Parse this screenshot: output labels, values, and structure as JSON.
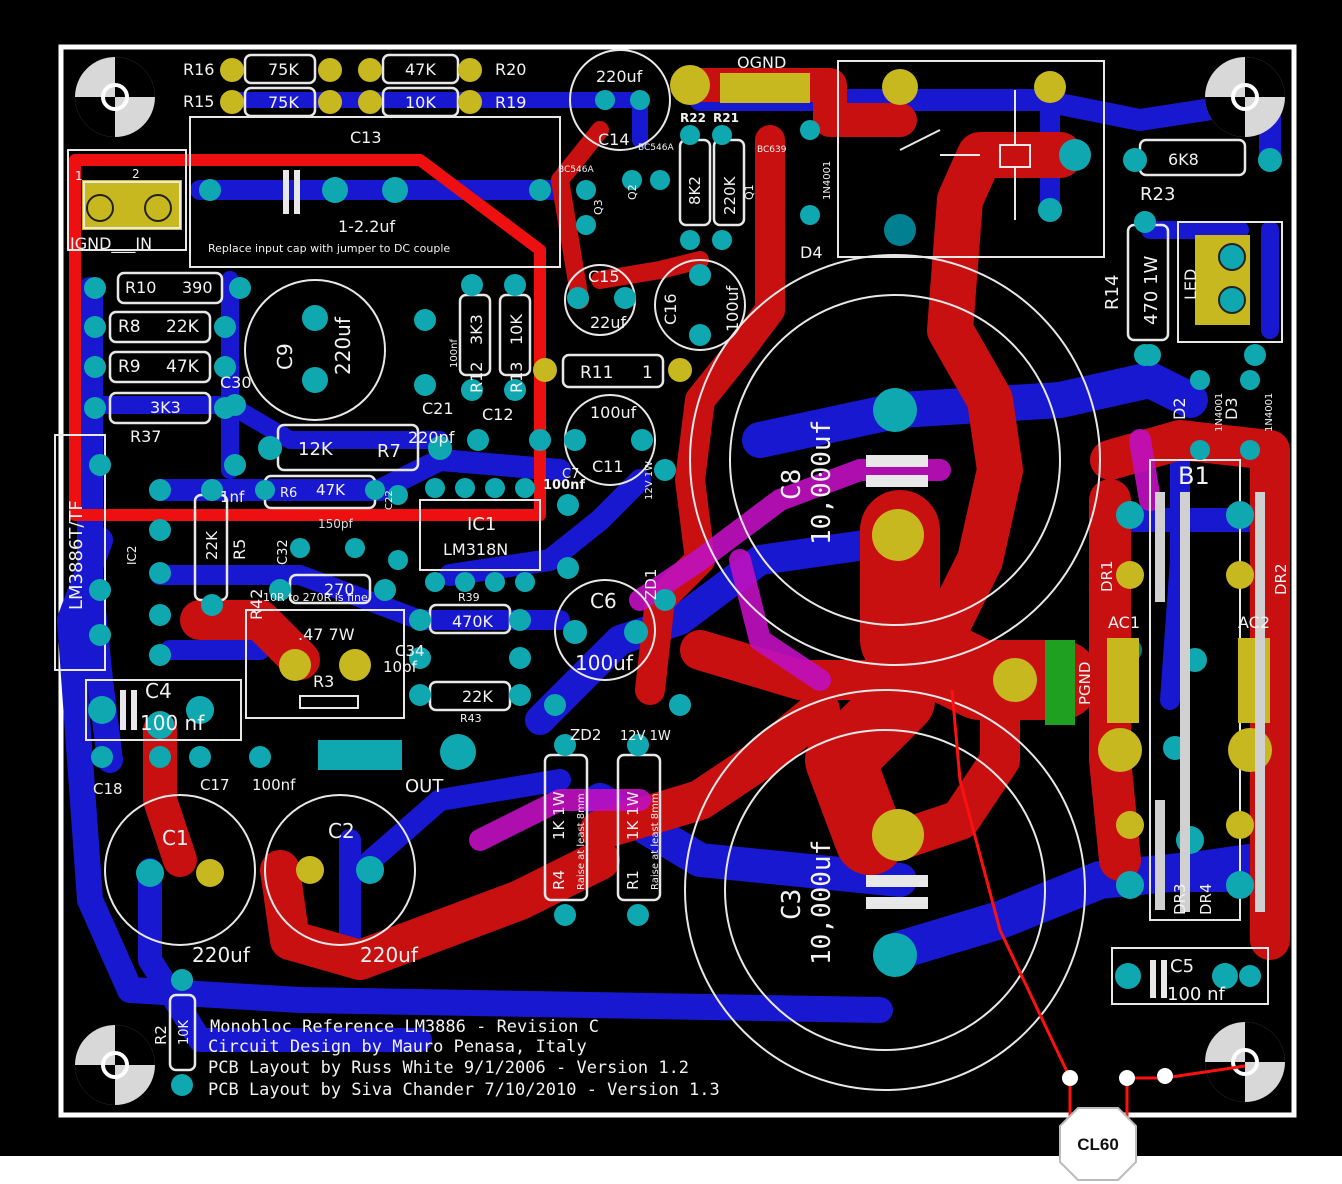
{
  "board": {
    "title_lines": [
      "Monobloc Reference LM3886 - Revision C",
      "Circuit Design by Mauro Penasa, Italy",
      "PCB Layout by Russ White 9/1/2006 - Version 1.2",
      "PCB Layout by Siva Chander 7/10/2010 - Version 1.3"
    ],
    "colors": {
      "background": "#000000",
      "border": "#ffffff",
      "top_copper": "#c81010",
      "bottom_copper": "#1818d0",
      "overlap": "#c010c0",
      "silkscreen": "#eeeeee",
      "pad_ring": "#c8b820",
      "via": "#10a8b0",
      "connector_fill": "#20a020",
      "probe_wire": "#ff0000"
    }
  },
  "labels": {
    "r16": "R16",
    "r15": "R15",
    "r16_val": "75K",
    "r15_val": "75K",
    "r20_val": "47K",
    "r19_val": "10K",
    "r20": "R20",
    "r19": "R19",
    "c14_val": "220uf",
    "c14": "C14",
    "ognd": "OGND",
    "r22": "R22",
    "r21": "R21",
    "r22_val": "8K2",
    "r21_val": "220K",
    "q_bc546a_1": "BC546A",
    "q_bc546a_2": "BC546A",
    "q_bc639": "BC639",
    "q3": "Q3",
    "q2": "Q2",
    "q1": "Q1",
    "d4_part": "1N4001",
    "d4": "D4",
    "r23_val": "6K8",
    "r23": "R23",
    "c13": "C13",
    "c13_val": "1-2.2uf",
    "c13_note": "Replace input cap with jumper to DC couple",
    "in_pin1": "1",
    "in_pin2": "2",
    "in_label": "IGND___IN",
    "r10": "R10",
    "r10_val": "390",
    "r8": "R8",
    "r8_val": "22K",
    "r9": "R9",
    "r9_val": "47K",
    "r37_val": "3K3",
    "r37": "R37",
    "c9": "C9",
    "c9_val": "220uf",
    "c30": "C30",
    "c21": "C21",
    "c21_val": "100nf",
    "r12": "R12",
    "r12_val": "3K3",
    "r13": "R13",
    "r13_val": "10K",
    "c15": "C15",
    "c15_val": "22uf",
    "c16": "C16",
    "c16_val": "100uf",
    "r11": "R11",
    "r11_val": "1",
    "c12": "C12",
    "c12_val": "220pf",
    "r7": "R7",
    "r7_val": "12K",
    "c11": "C11",
    "c11_val": "100uf",
    "c8": "C8",
    "c8_val": "10,000uf",
    "r14": "R14",
    "r14_val": "470 1W",
    "led": "LED",
    "d2": "D2",
    "d3": "D3",
    "d2_part": "1N4001",
    "d3_part": "1N4001",
    "b1": "B1",
    "lm3886": "LM3886T/TF",
    "ic2": "IC2",
    "r5": "R5",
    "r5_val": "22K",
    "c_1nf": "1nf",
    "r6": "R6",
    "r6_val": "47K",
    "c22": "C22",
    "c7": "C7",
    "c7_val": "100nf",
    "ic1": "IC1",
    "ic1_part": "LM318N",
    "c32": "C32",
    "c32_val": "150pf",
    "r42": "R42",
    "r42_val": "270",
    "r42_note": "10R to 270R is fine",
    "zd1": "ZD1",
    "zd1_val": "12V 1W",
    "c6": "C6",
    "c6_val": "100uf",
    "r39": "R39",
    "r39_val": "470K",
    "r3": "R3",
    "r3_val": ".47 7W",
    "c34": "C34",
    "c34_val": "10pf",
    "r43": "R43",
    "r43_val": "22K",
    "c4": "C4",
    "c4_val": "100 nf",
    "zd2": "ZD2",
    "zd2_val": "12V 1W",
    "c18": "C18",
    "c17": "C17",
    "c17_val": "100nf",
    "out": "OUT",
    "pgnd": "PGND",
    "dr1": "DR1",
    "dr2": "DR2",
    "ac1": "AC1",
    "ac2": "AC2",
    "dr3": "DR3",
    "dr4": "DR4",
    "c1": "C1",
    "c1_val": "220uf",
    "c2": "C2",
    "c2_val": "220uf",
    "r4": "R4",
    "r4_val": "1K 1W",
    "r4_note": "Raise at least 8mm",
    "r1": "R1",
    "r1_val": "1K 1W",
    "r1_note": "Raise at least 8mm",
    "c3": "C3",
    "c3_val": "10,000uf",
    "c5": "C5",
    "c5_val": "100 nf",
    "r2": "R2",
    "r2_val": "10K",
    "cl60": "CL60"
  }
}
